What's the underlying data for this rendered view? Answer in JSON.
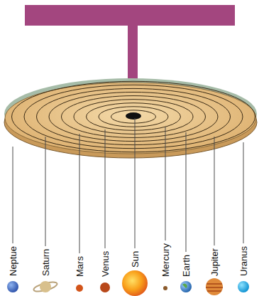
{
  "diagram": {
    "labels": [
      "Neptue",
      "Saturn",
      "Mars",
      "Venus",
      "Sun",
      "Mercury",
      "Earth",
      "Jupiter",
      "Uranus"
    ]
  }
}
